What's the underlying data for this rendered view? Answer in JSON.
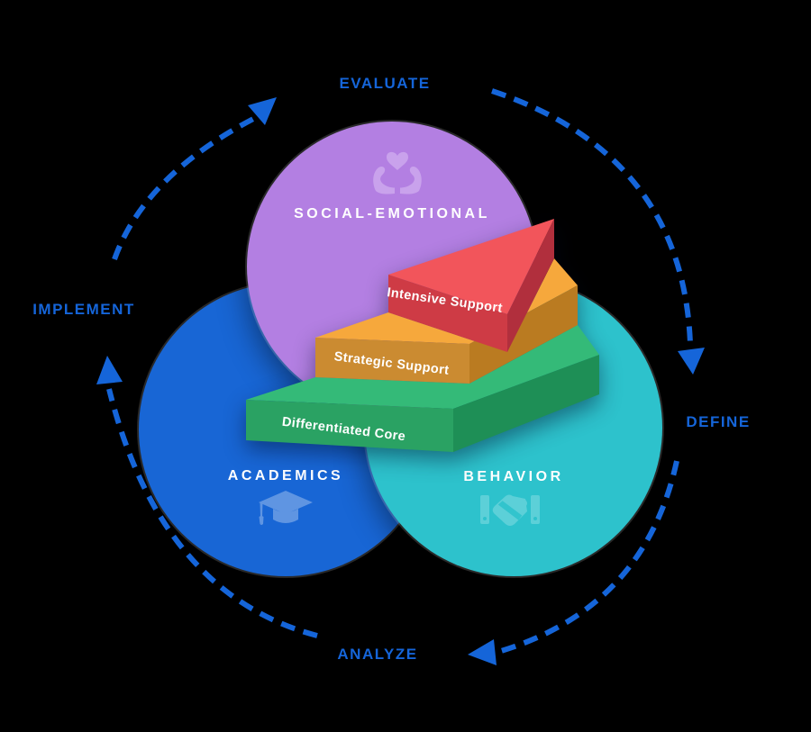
{
  "diagram": {
    "title_hint": "MTSS framework venn diagram with tiered support staircase and improvement cycle",
    "background": "#000000"
  },
  "cycle": {
    "color": "#1565d9",
    "steps": [
      {
        "label": "EVALUATE",
        "position": "top"
      },
      {
        "label": "DEFINE",
        "position": "right"
      },
      {
        "label": "ANALYZE",
        "position": "bottom"
      },
      {
        "label": "IMPLEMENT",
        "position": "left"
      }
    ]
  },
  "domains": [
    {
      "name": "SOCIAL-EMOTIONAL",
      "color": "#b37fe2",
      "icon": "hands-heart-icon",
      "icon_color": "#c9a2ec"
    },
    {
      "name": "ACADEMICS",
      "color": "#1866d5",
      "icon": "graduation-cap-icon",
      "icon_color": "#5f95e2"
    },
    {
      "name": "BEHAVIOR",
      "color": "#2dc2cc",
      "icon": "handshake-icon",
      "icon_color": "#5cd0d8"
    }
  ],
  "tiers": [
    {
      "label": "Differentiated Core",
      "top": "#34ba78",
      "front": "#2aa263",
      "side": "#1e8f56"
    },
    {
      "label": "Strategic Support",
      "top": "#f6a83c",
      "front": "#cb8b31",
      "side": "#ba7b21"
    },
    {
      "label": "Intensive Support",
      "top": "#f2555b",
      "front": "#ce3b45",
      "side": "#b12f3d"
    }
  ]
}
